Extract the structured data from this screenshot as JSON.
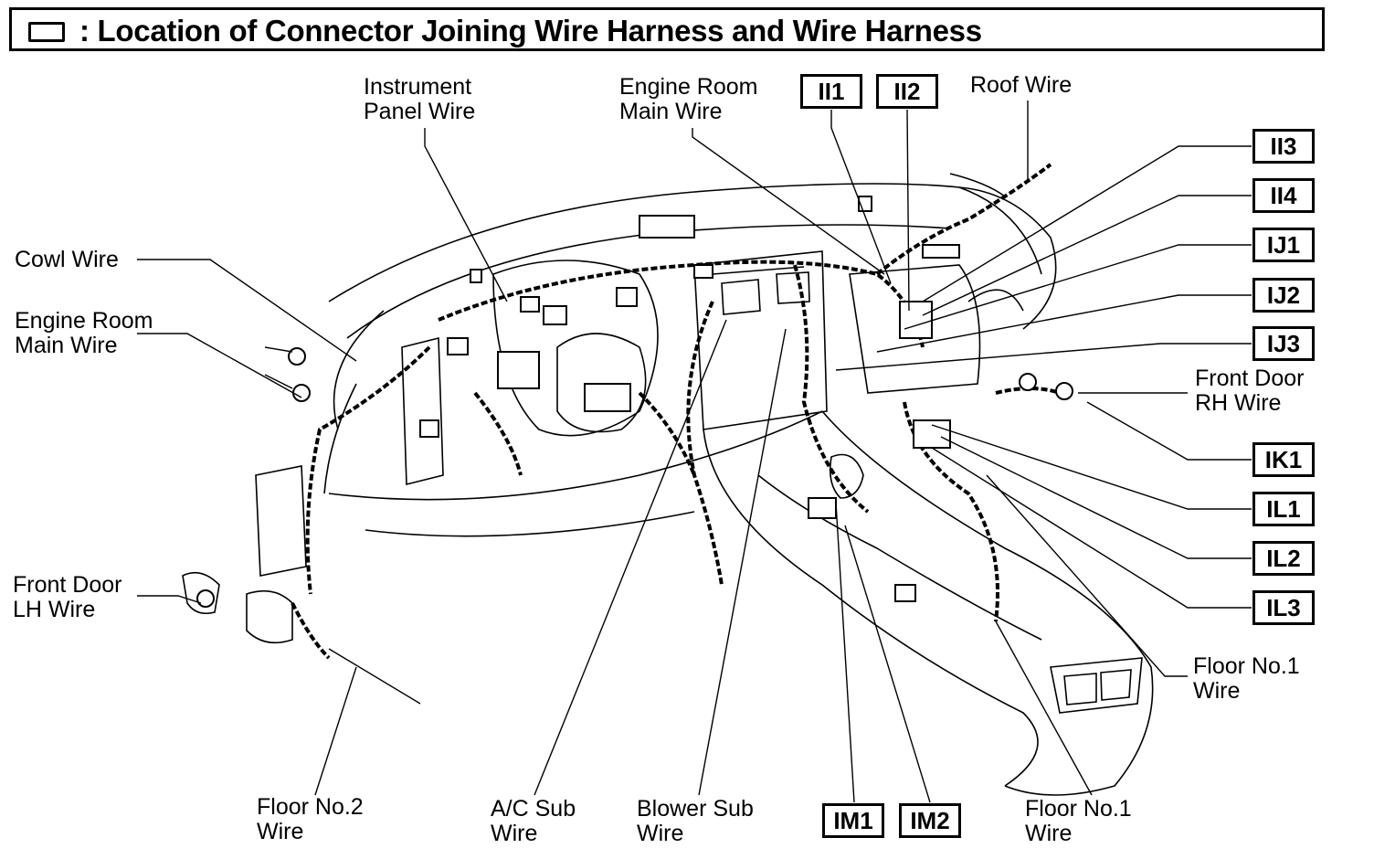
{
  "title": {
    "icon": "connector-square-icon",
    "text": ": Location of Connector Joining Wire Harness and Wire Harness"
  },
  "wire_labels": {
    "instrument_panel": [
      "Instrument",
      "Panel Wire"
    ],
    "engine_room_top": [
      "Engine Room",
      "Main Wire"
    ],
    "roof": [
      "Roof Wire"
    ],
    "cowl": [
      "Cowl Wire"
    ],
    "engine_room_left": [
      "Engine Room",
      "Main Wire"
    ],
    "front_door_lh": [
      "Front Door",
      "LH Wire"
    ],
    "front_door_rh": [
      "Front Door",
      "RH Wire"
    ],
    "floor1_right": [
      "Floor No.1",
      "Wire"
    ],
    "floor2": [
      "Floor No.2",
      "Wire"
    ],
    "ac_sub": [
      "A/C Sub",
      "Wire"
    ],
    "blower_sub": [
      "Blower Sub",
      "Wire"
    ],
    "floor1_bottom": [
      "Floor No.1",
      "Wire"
    ]
  },
  "connectors": {
    "II1": "II1",
    "II2": "II2",
    "II3": "II3",
    "II4": "II4",
    "IJ1": "IJ1",
    "IJ2": "IJ2",
    "IJ3": "IJ3",
    "IK1": "IK1",
    "IL1": "IL1",
    "IL2": "IL2",
    "IL3": "IL3",
    "IM1": "IM1",
    "IM2": "IM2"
  },
  "colors": {
    "ink": "#000000",
    "paper": "#ffffff"
  }
}
